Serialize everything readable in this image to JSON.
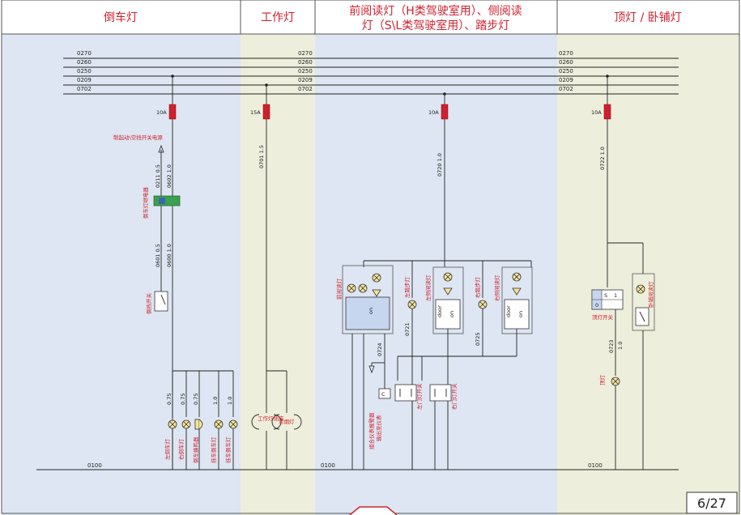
{
  "headers": {
    "reverse_lamp": "倒车灯",
    "work_lamp": "工作灯",
    "reading_line1": "前阅读灯（H类驾驶室用）、侧阅读",
    "reading_line2": "灯（S\\L类驾驶室用）、踏步灯",
    "ceiling": "顶灯 / 卧铺灯"
  },
  "bus_labels": [
    "0270",
    "0260",
    "0250",
    "0209",
    "0702"
  ],
  "ground_label": "0100",
  "fuses": [
    "10A",
    "15A",
    "10A",
    "10A"
  ],
  "reverse": {
    "brake_note": "制起动\\空挡开关电源",
    "wire_top1": "0211 0.5",
    "wire_top2": "0602 1.0",
    "relay_label": "倒车灯继电器",
    "wire_mid1": "0601 0.5",
    "wire_mid2": "0600 1.0",
    "switch_label": "倒挡开关",
    "gauges": [
      "0.75",
      "0.75",
      "0.75",
      "1.0",
      "1.0"
    ],
    "loads": [
      "左倒车灯",
      "右倒车灯",
      "倒车蜂鸣器",
      "挂车倒车灯",
      "挂车倒车灯"
    ]
  },
  "work": {
    "wire": "0701 1.5",
    "load1": "工作灯插座",
    "load2": "点烟灯"
  },
  "reading": {
    "wire": "0720 1.0",
    "front_label": "前阅读灯",
    "left_step": "左踏步灯",
    "left_read": "左侧阅读灯",
    "right_step": "右踏步灯",
    "right_read": "右侧阅读灯",
    "on": "on",
    "door": "door",
    "w0721": "0721",
    "w0724": "0724",
    "w0725": "0725",
    "combo": "组合仪表报警器",
    "combo2": "输出至仪表",
    "left_door": "左门灯开关",
    "right_door": "右门灯开关"
  },
  "ceiling": {
    "wire": "0722 1.0",
    "switch_label": "顶灯开关",
    "berth_label": "卧铺阅读灯",
    "w0723": "0723",
    "w0723g": "1.0",
    "lamp_label": "顶灯",
    "sw_s": "S",
    "sw_1": "1",
    "sw_0": "0"
  },
  "page": "6/27"
}
